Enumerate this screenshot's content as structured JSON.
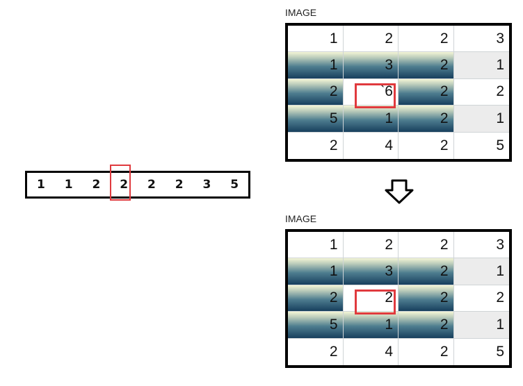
{
  "sequence": {
    "values": [
      "1",
      "1",
      "2",
      "2",
      "2",
      "2",
      "3",
      "5"
    ],
    "highlighted_index": 3
  },
  "panels": [
    {
      "caption": "IMAGE",
      "rows": [
        [
          "1",
          "2",
          "2",
          "3"
        ],
        [
          "1",
          "3",
          "2",
          "1"
        ],
        [
          "2",
          "`6",
          "2",
          "2"
        ],
        [
          "5",
          "1",
          "2",
          "1"
        ],
        [
          "2",
          "4",
          "2",
          "5"
        ]
      ],
      "highlight": {
        "row": 2,
        "col": 1
      }
    },
    {
      "caption": "IMAGE",
      "rows": [
        [
          "1",
          "2",
          "2",
          "3"
        ],
        [
          "1",
          "3",
          "2",
          "1"
        ],
        [
          "2",
          "2",
          "2",
          "2"
        ],
        [
          "5",
          "1",
          "2",
          "1"
        ],
        [
          "2",
          "4",
          "2",
          "5"
        ]
      ],
      "highlight": {
        "row": 2,
        "col": 1
      }
    }
  ],
  "colors": {
    "highlight": "#e03a3e",
    "gradient_dark": "#173f5d",
    "gradient_light": "#f4f6d6"
  },
  "icons": {
    "transition": "down-arrow-icon"
  }
}
